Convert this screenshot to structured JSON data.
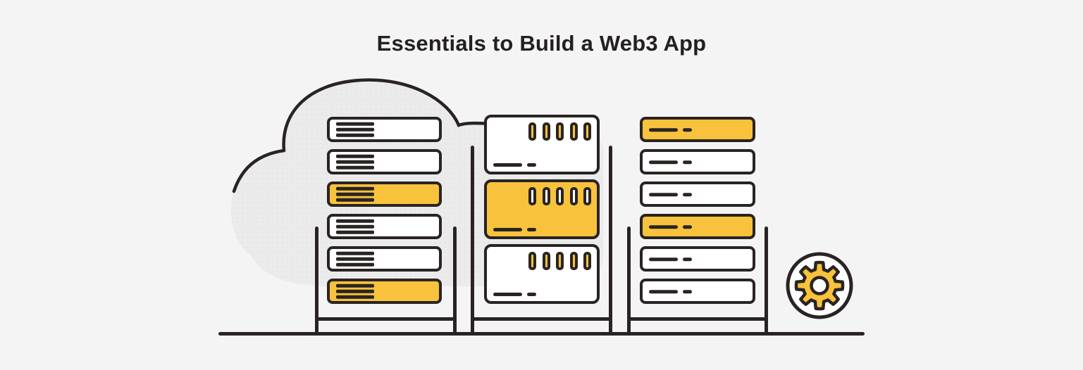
{
  "title": "Essentials to Build a Web3 App",
  "colors": {
    "background": "#f5f4f4",
    "outline": "#292423",
    "accent_yellow": "#f8c23d",
    "cloud_fill": "#ecebeb",
    "cloud_dot": "#e1e0e0",
    "white": "#ffffff"
  },
  "illustration": {
    "cloud": {
      "name": "cloud"
    },
    "ground": {
      "name": "ground-line"
    },
    "gear": {
      "name": "settings-gear",
      "teeth": 8
    },
    "racks": [
      {
        "id": "left",
        "style": "hamburger-slats",
        "slats": [
          {
            "fill": "white",
            "icon": "hamburger"
          },
          {
            "fill": "white",
            "icon": "hamburger"
          },
          {
            "fill": "yellow",
            "icon": "hamburger"
          },
          {
            "fill": "white",
            "icon": "hamburger"
          },
          {
            "fill": "white",
            "icon": "hamburger"
          },
          {
            "fill": "yellow",
            "icon": "hamburger"
          }
        ]
      },
      {
        "id": "middle",
        "style": "slot-units",
        "slats": [
          {
            "fill": "white",
            "icon": "slots",
            "slot_fill": "yellow"
          },
          {
            "fill": "yellow",
            "icon": "slots",
            "slot_fill": "white"
          },
          {
            "fill": "white",
            "icon": "slots",
            "slot_fill": "yellow"
          }
        ]
      },
      {
        "id": "right",
        "style": "dash-slats",
        "slats": [
          {
            "fill": "yellow",
            "icon": "dashes"
          },
          {
            "fill": "white",
            "icon": "dashes"
          },
          {
            "fill": "white",
            "icon": "dashes"
          },
          {
            "fill": "yellow",
            "icon": "dashes"
          },
          {
            "fill": "white",
            "icon": "dashes"
          },
          {
            "fill": "white",
            "icon": "dashes"
          }
        ]
      }
    ]
  }
}
